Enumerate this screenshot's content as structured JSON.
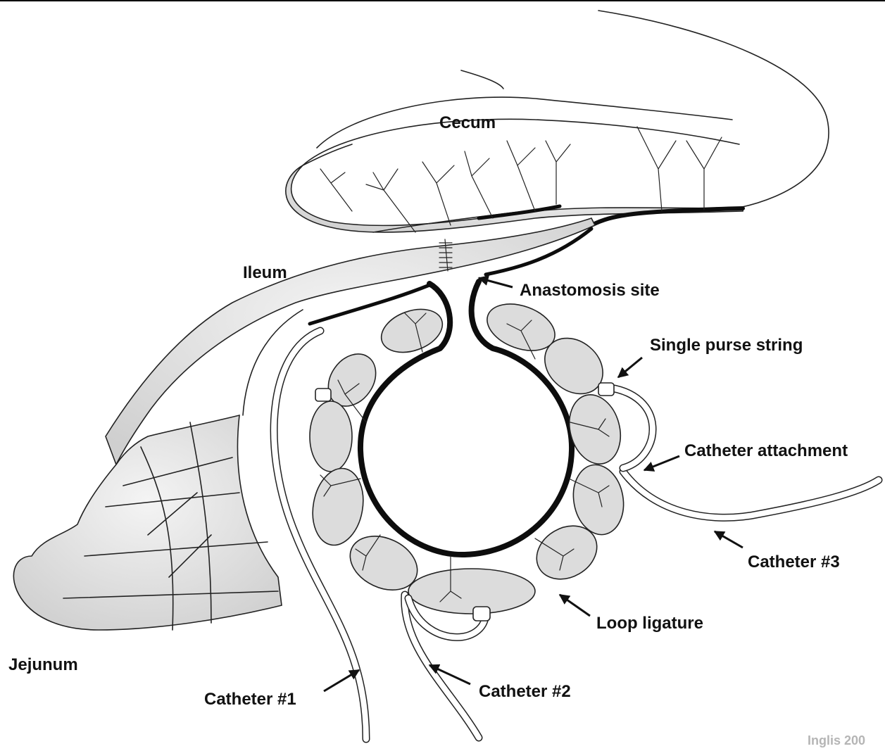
{
  "labels": {
    "cecum": "Cecum",
    "ileum": "Ileum",
    "jejunum": "Jejunum",
    "anastomosis_site": "Anastomosis site",
    "single_purse_string": "Single purse string",
    "catheter_attachment": "Catheter attachment",
    "catheter_3": "Catheter #3",
    "loop_ligature": "Loop ligature",
    "catheter_2": "Catheter #2",
    "catheter_1": "Catheter #1"
  },
  "signature": "Inglis 200",
  "colors": {
    "ink": "#111111",
    "tissue_fill": "#dcdcdc",
    "signature": "#b5b5b5"
  }
}
